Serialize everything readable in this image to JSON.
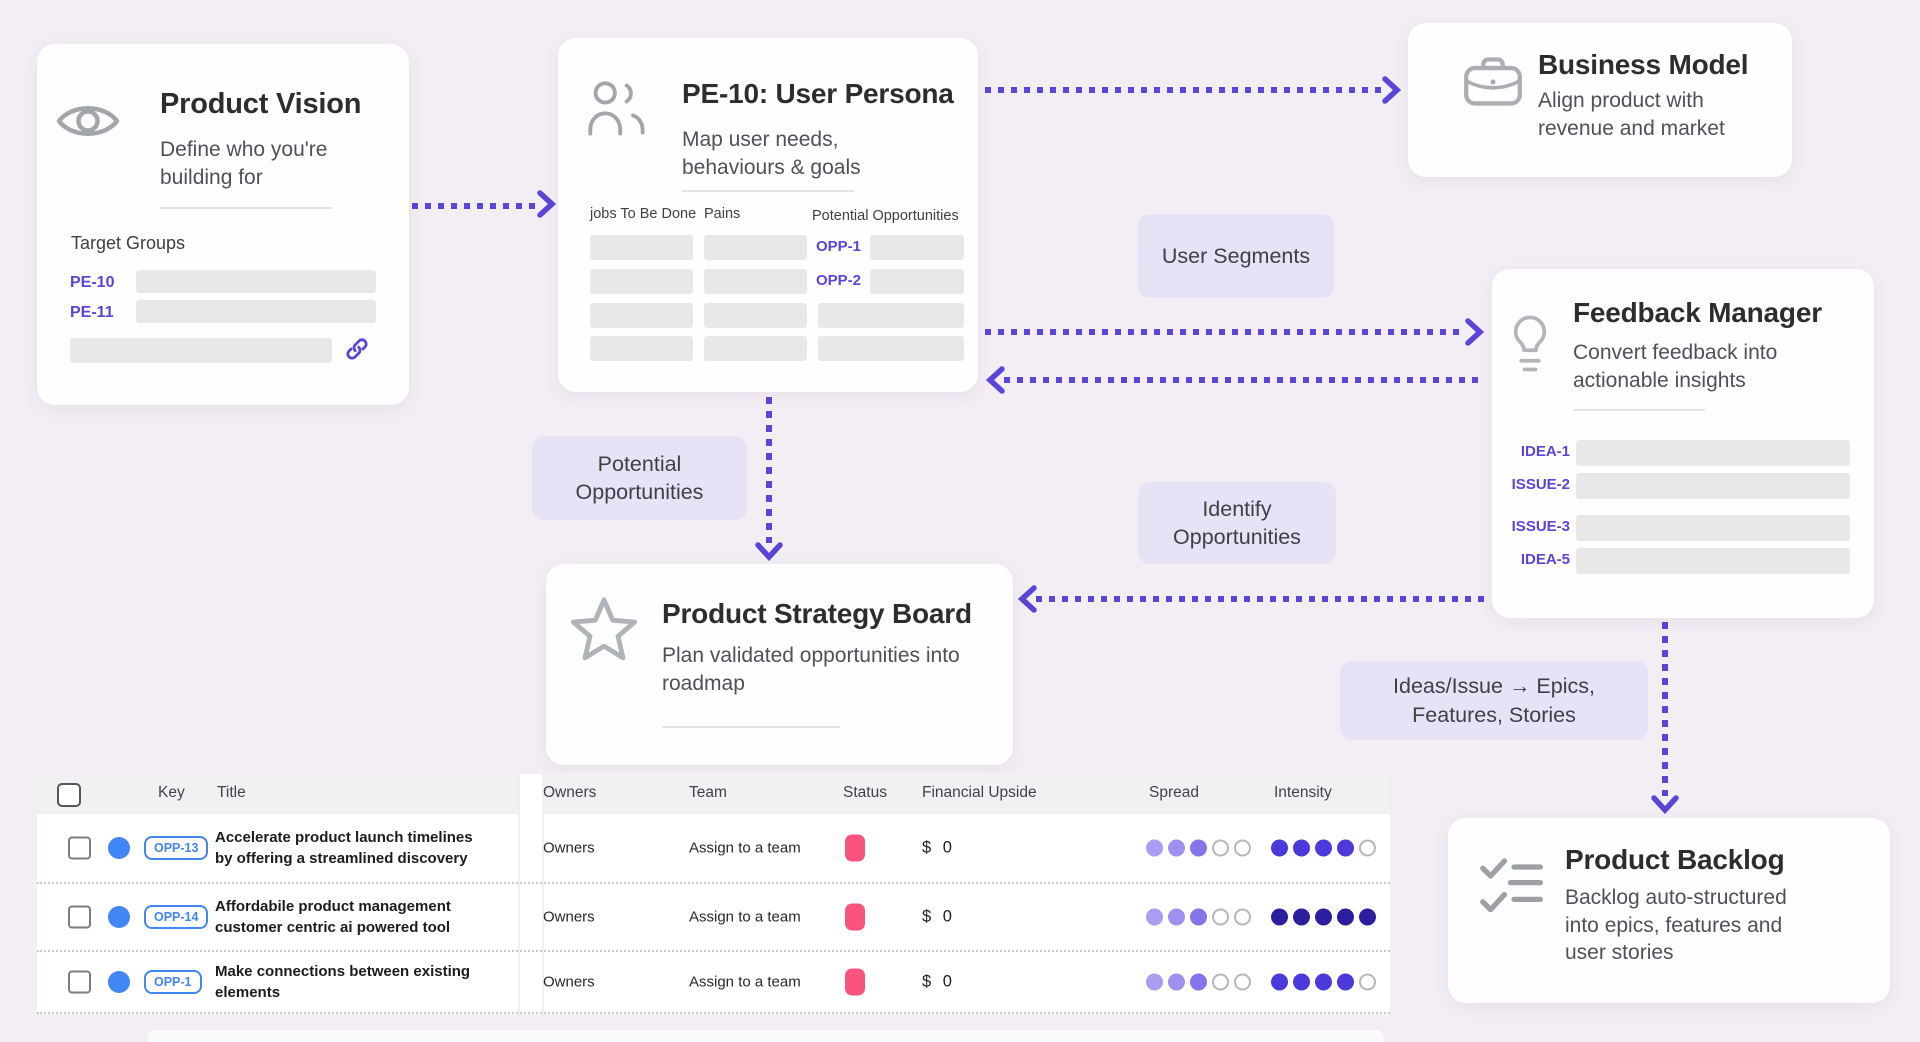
{
  "colors": {
    "accent_purple": "#5a45d8",
    "background": "#f3edf4",
    "chip_bg": "#e7e2f6",
    "key_blue": "#4285f4",
    "status_pink": "#f9547d",
    "intensity_indigo": "#4b39dc",
    "intensity_navy": "#2b1e9f"
  },
  "diagram": {
    "product_vision": {
      "title": "Product Vision",
      "subtitle": "Define who you're building for",
      "section_label": "Target Groups",
      "rows": [
        {
          "key": "PE-10"
        },
        {
          "key": "PE-11"
        }
      ]
    },
    "user_persona": {
      "title": "PE-10: User Persona",
      "subtitle": "Map user needs, behaviours & goals",
      "columns": [
        "jobs To Be Done",
        "Pains",
        "Potential Opportunities"
      ],
      "opportunities": [
        "OPP-1",
        "OPP-2"
      ]
    },
    "business_model": {
      "title": "Business Model",
      "subtitle": "Align product with revenue and market"
    },
    "feedback_manager": {
      "title": "Feedback Manager",
      "subtitle": "Convert feedback into actionable insights",
      "rows": [
        {
          "key": "IDEA-1"
        },
        {
          "key": "ISSUE-2"
        },
        {
          "key": "ISSUE-3"
        },
        {
          "key": "IDEA-5"
        }
      ]
    },
    "strategy_board": {
      "title": "Product Strategy Board",
      "subtitle": "Plan validated opportunities into roadmap"
    },
    "product_backlog": {
      "title": "Product Backlog",
      "subtitle": "Backlog auto-structured into epics, features and user stories"
    },
    "chips": {
      "user_segments": "User Segments",
      "potential_opportunities": "Potential Opportunities",
      "identify_opportunities": "Identify Opportunities",
      "ideas_to_epics": "Ideas/Issue → Epics, Features, Stories"
    }
  },
  "table": {
    "headers": {
      "key": "Key",
      "title": "Title",
      "owners": "Owners",
      "team": "Team",
      "status": "Status",
      "financial_upside": "Financial Upside",
      "spread": "Spread",
      "intensity": "Intensity"
    },
    "rows": [
      {
        "key": "OPP-13",
        "title": "Accelerate product launch timelines by offering a streamlined discovery",
        "owners": "Owners",
        "team": "Assign to a team",
        "financial_upside": "$ 0",
        "spread": {
          "filled": 3,
          "total": 5,
          "colors": [
            "#a99cf3",
            "#9e90f0",
            "#8474eb"
          ]
        },
        "intensity": {
          "filled": 4,
          "total": 5,
          "color": "#4b39dc"
        }
      },
      {
        "key": "OPP-14",
        "title": "Affordabile product management customer centric ai powered tool",
        "owners": "Owners",
        "team": "Assign to a team",
        "financial_upside": "$ 0",
        "spread": {
          "filled": 3,
          "total": 5,
          "colors": [
            "#a99cf3",
            "#9e90f0",
            "#8474eb"
          ]
        },
        "intensity": {
          "filled": 5,
          "total": 5,
          "color": "#2b1e9f"
        }
      },
      {
        "key": "OPP-1",
        "title": "Make connections between existing elements",
        "owners": "Owners",
        "team": "Assign to a team",
        "financial_upside": "$ 0",
        "spread": {
          "filled": 3,
          "total": 5,
          "colors": [
            "#a99cf3",
            "#9e90f0",
            "#8474eb"
          ]
        },
        "intensity": {
          "filled": 4,
          "total": 5,
          "color": "#4b39dc"
        }
      }
    ]
  }
}
